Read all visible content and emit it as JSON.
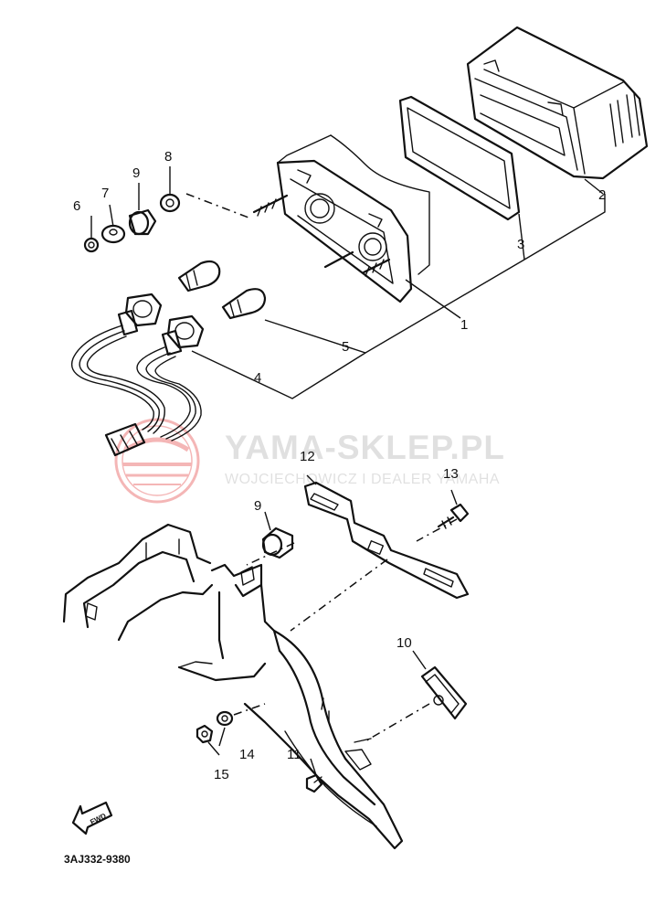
{
  "diagram": {
    "code": "3AJ332-9380",
    "forward_label": "FWD",
    "watermark": {
      "title": "YAMA-SKLEP.PL",
      "subtitle": "WOJCIECHOWICZ I DEALER YAMAHA",
      "logo_color": "#e03030"
    },
    "labels": {
      "p1": "1",
      "p2": "2",
      "p3": "3",
      "p4": "4",
      "p5": "5",
      "p6": "6",
      "p7": "7",
      "p8": "8",
      "p9a": "9",
      "p9b": "9",
      "p10": "10",
      "p11": "11",
      "p12": "12",
      "p13": "13",
      "p14": "14",
      "p15": "15"
    }
  }
}
